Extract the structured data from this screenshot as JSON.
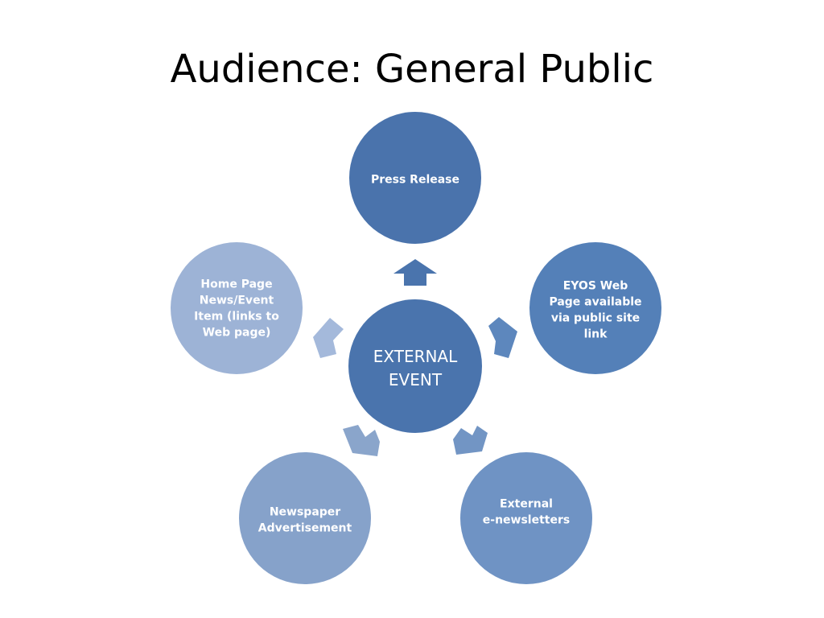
{
  "title": "Audience: General Public",
  "colors": {
    "center": "#4a74ad",
    "press": "#4a73ac",
    "eyos": "#5480b8",
    "enews": "#6f93c4",
    "newspaper": "#86a2ca",
    "homepage": "#9db3d6",
    "arrow_top": "#4a74ad",
    "arrow_right": "#5d87bd",
    "arrow_br": "#7295c4",
    "arrow_bl": "#8aa5cb",
    "arrow_left": "#a4b9db"
  },
  "center": {
    "lines": [
      "EXTERNAL",
      "EVENT"
    ]
  },
  "nodes": {
    "press_release": {
      "lines": [
        "Press Release"
      ]
    },
    "eyos_web_page": {
      "lines": [
        "EYOS Web",
        "Page  available",
        "via public site",
        "link"
      ]
    },
    "external_enewsletters": {
      "lines": [
        "External",
        "e-newsletters"
      ]
    },
    "newspaper_advertisement": {
      "lines": [
        "Newspaper",
        "Advertisement"
      ]
    },
    "home_page_item": {
      "lines": [
        "Home Page",
        "News/Event",
        "Item (links to",
        "Web page)"
      ]
    }
  }
}
